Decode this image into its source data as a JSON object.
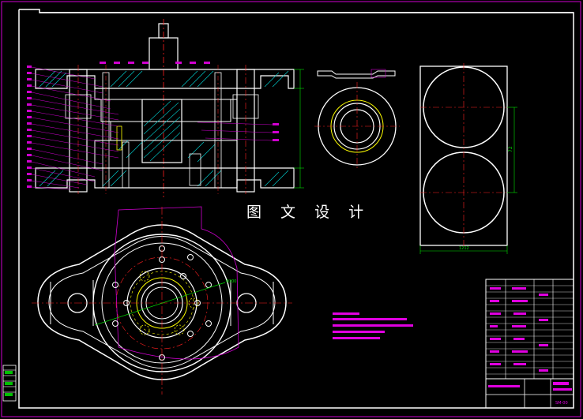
{
  "drawing_title": "图 文 设 计",
  "colors": {
    "background": "#000000",
    "outline": "#ffffff",
    "border": "#d000d0",
    "centerline": "#ff2020",
    "hatch": "#00c8c8",
    "dimension": "#00e000",
    "highlight": "#ffff00",
    "text_block": "#e000e0"
  },
  "top_view_dimension": "Φ300",
  "strip_dimension": "72",
  "strip_width_label": "1212",
  "title_block": {
    "drawing_no": "SM-00"
  }
}
